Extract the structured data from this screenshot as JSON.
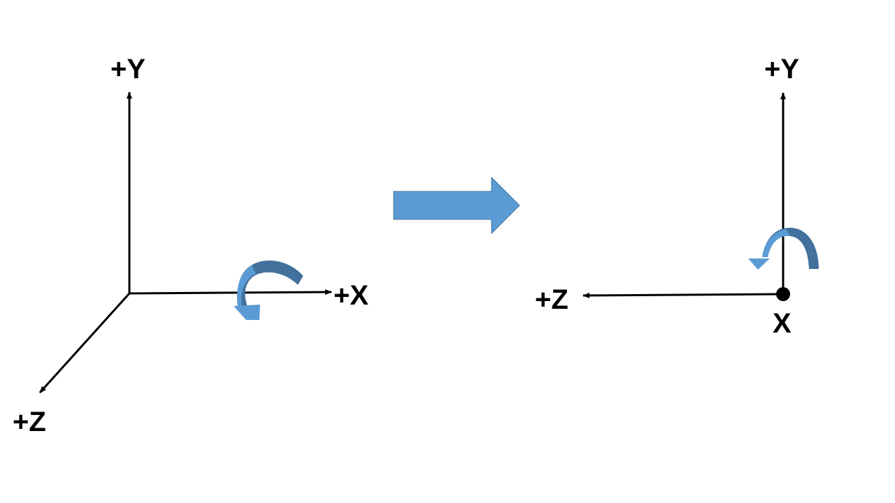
{
  "left_view": {
    "y_label": "+Y",
    "x_label": "+X",
    "z_label": "+Z",
    "rotation_icon": "curved-rotation-arrow"
  },
  "transition_icon": "right-block-arrow",
  "right_view": {
    "y_label": "+Y",
    "z_label": "+Z",
    "x_label": "X",
    "rotation_icon": "curved-rotation-arrow"
  },
  "colors": {
    "axis": "#000000",
    "arrow_fill": "#5b9bd5",
    "arrow_dark": "#41719c",
    "background": "#ffffff"
  }
}
